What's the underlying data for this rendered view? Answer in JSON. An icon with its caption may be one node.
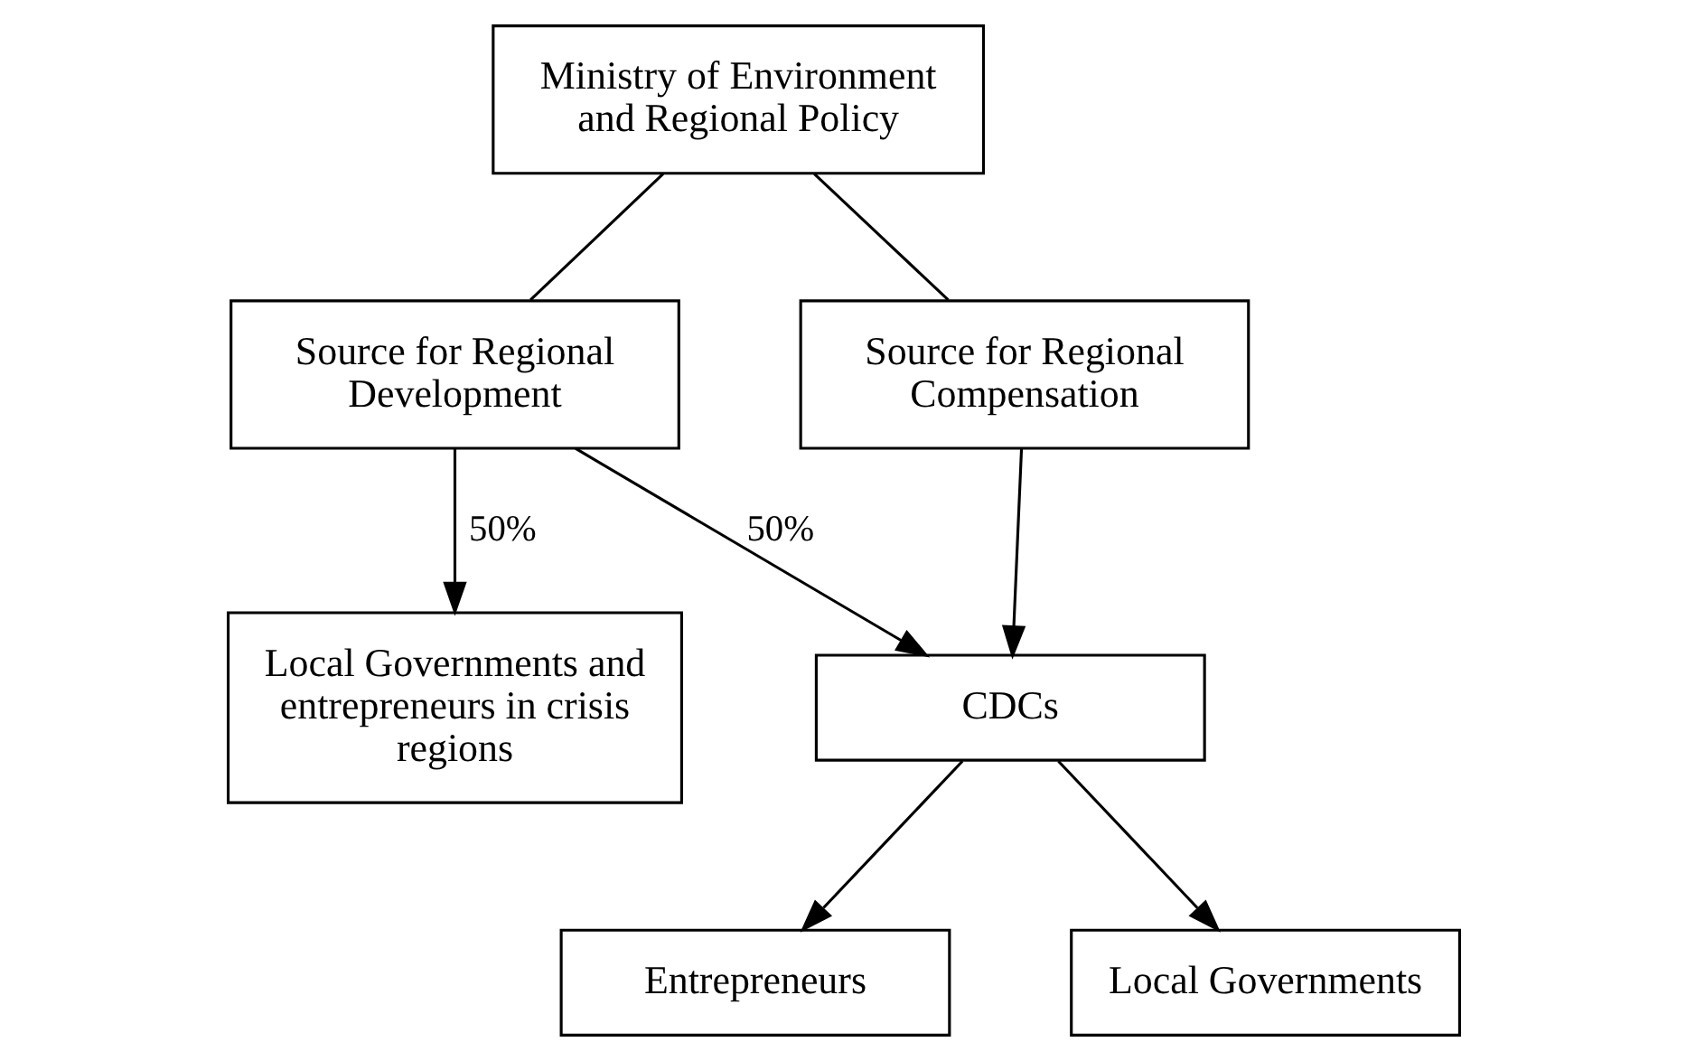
{
  "diagram": {
    "nodes": [
      {
        "text": [
          "Ministry of Environment and Regional Policy"
        ]
      },
      {
        "text": [
          "Source for Regional Development"
        ]
      },
      {
        "text": [
          "Source for Regional Compensation"
        ]
      },
      {
        "text": [
          "Local Governments and entrepreneurs in crisis regions"
        ]
      },
      {
        "text": [
          "CDCs"
        ]
      },
      {
        "text": [
          "Entrepreneurs"
        ]
      },
      {
        "text": [
          "Local Governments"
        ]
      }
    ],
    "edges": [
      {
        "from": 0,
        "to": 1,
        "arrow": "none"
      },
      {
        "from": 0,
        "to": 2,
        "arrow": "none"
      },
      {
        "from": 1,
        "to": 3,
        "arrow": "to",
        "label": "50%"
      },
      {
        "from": 1,
        "to": 4,
        "arrow": "to",
        "label": "50%"
      },
      {
        "from": 2,
        "to": 4,
        "arrow": "to"
      },
      {
        "from": 4,
        "to": 5,
        "arrow": "to"
      },
      {
        "from": 4,
        "to": 6,
        "arrow": "to"
      }
    ]
  }
}
